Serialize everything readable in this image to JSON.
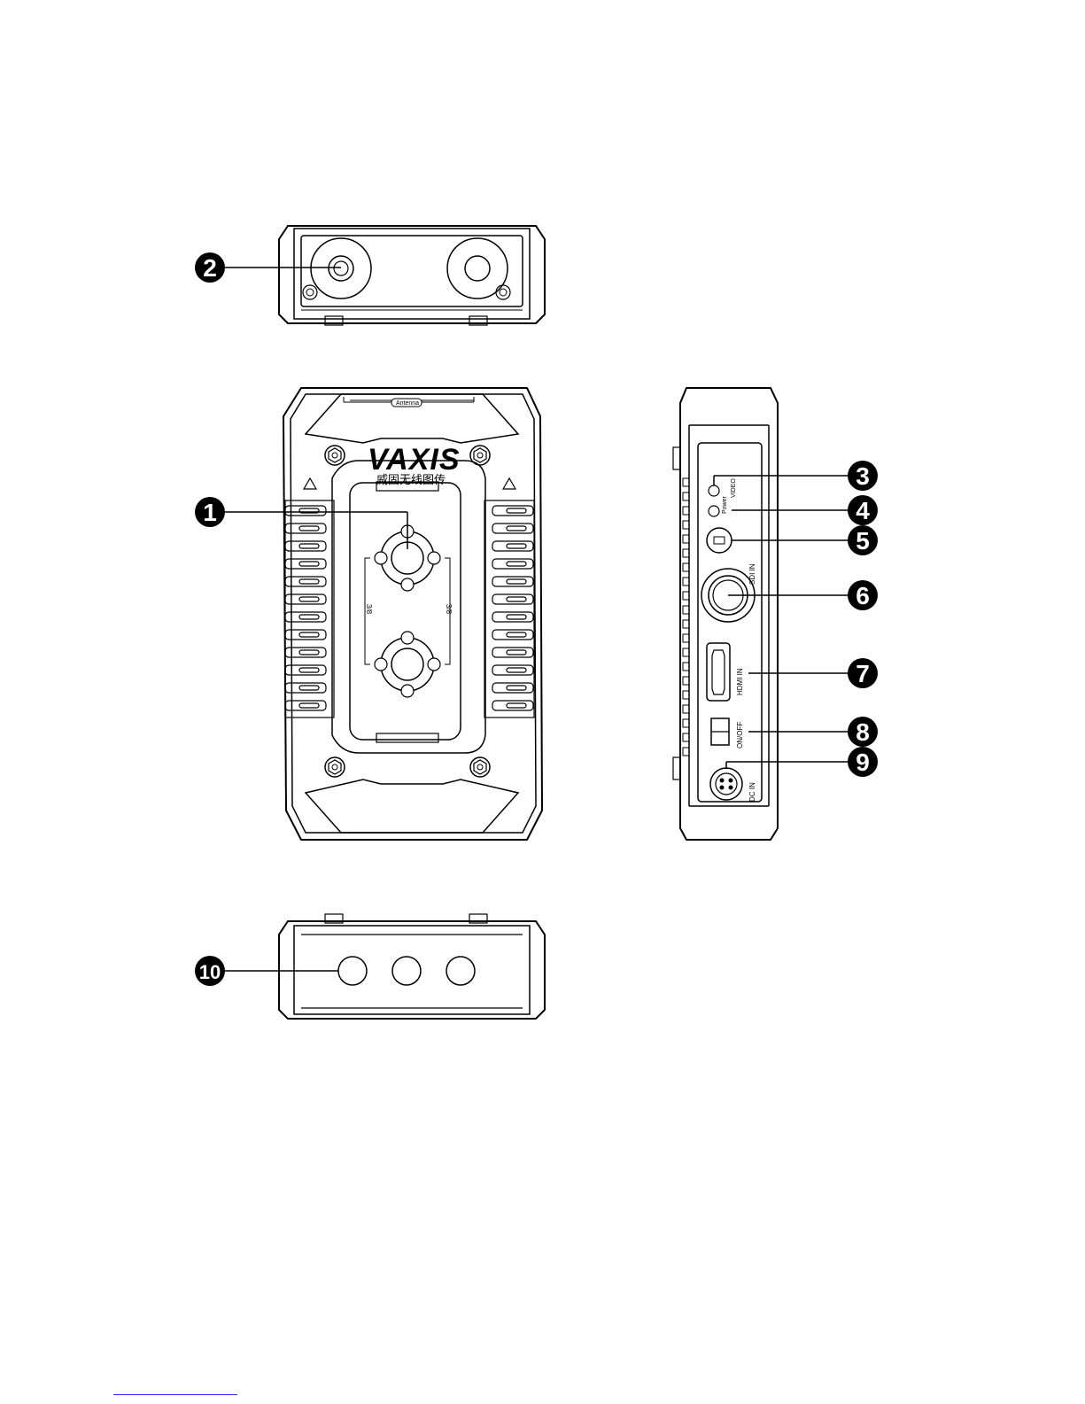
{
  "device": {
    "brand": "VAXIS",
    "subbrand": "威固无线图传",
    "antenna_label": "Antenna",
    "mount_label_left": "3/8",
    "mount_label_right": "3/8",
    "port_labels": {
      "power": "Power",
      "video": "VIDEO",
      "sdi_in": "SDI IN",
      "hdmi_in": "HDMI IN",
      "on_off": "ON/OFF",
      "dc_in": "DC IN"
    }
  },
  "callouts": [
    {
      "id": "1",
      "label": "1"
    },
    {
      "id": "2",
      "label": "2"
    },
    {
      "id": "3",
      "label": "3"
    },
    {
      "id": "4",
      "label": "4"
    },
    {
      "id": "5",
      "label": "5"
    },
    {
      "id": "6",
      "label": "6"
    },
    {
      "id": "7",
      "label": "7"
    },
    {
      "id": "8",
      "label": "8"
    },
    {
      "id": "9",
      "label": "9"
    },
    {
      "id": "10",
      "label": "10"
    }
  ],
  "colors": {
    "ink": "#000000",
    "paper": "#ffffff",
    "callout_fill": "#000000",
    "link_underline": "#2a2aff"
  }
}
